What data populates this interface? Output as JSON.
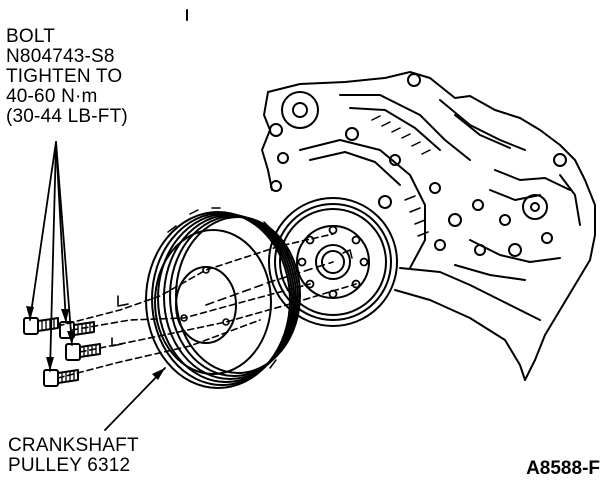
{
  "bolt_callout": {
    "lines": [
      "BOLT",
      "N804743-S8",
      "TIGHTEN TO",
      "40-60 N·m",
      "(30-44 LB-FT)"
    ]
  },
  "pulley_callout": {
    "lines": [
      "CRANKSHAFT",
      "PULLEY 6312"
    ]
  },
  "figure_id": "A8588-F",
  "colors": {
    "ink": "#000000",
    "paper": "#ffffff"
  }
}
